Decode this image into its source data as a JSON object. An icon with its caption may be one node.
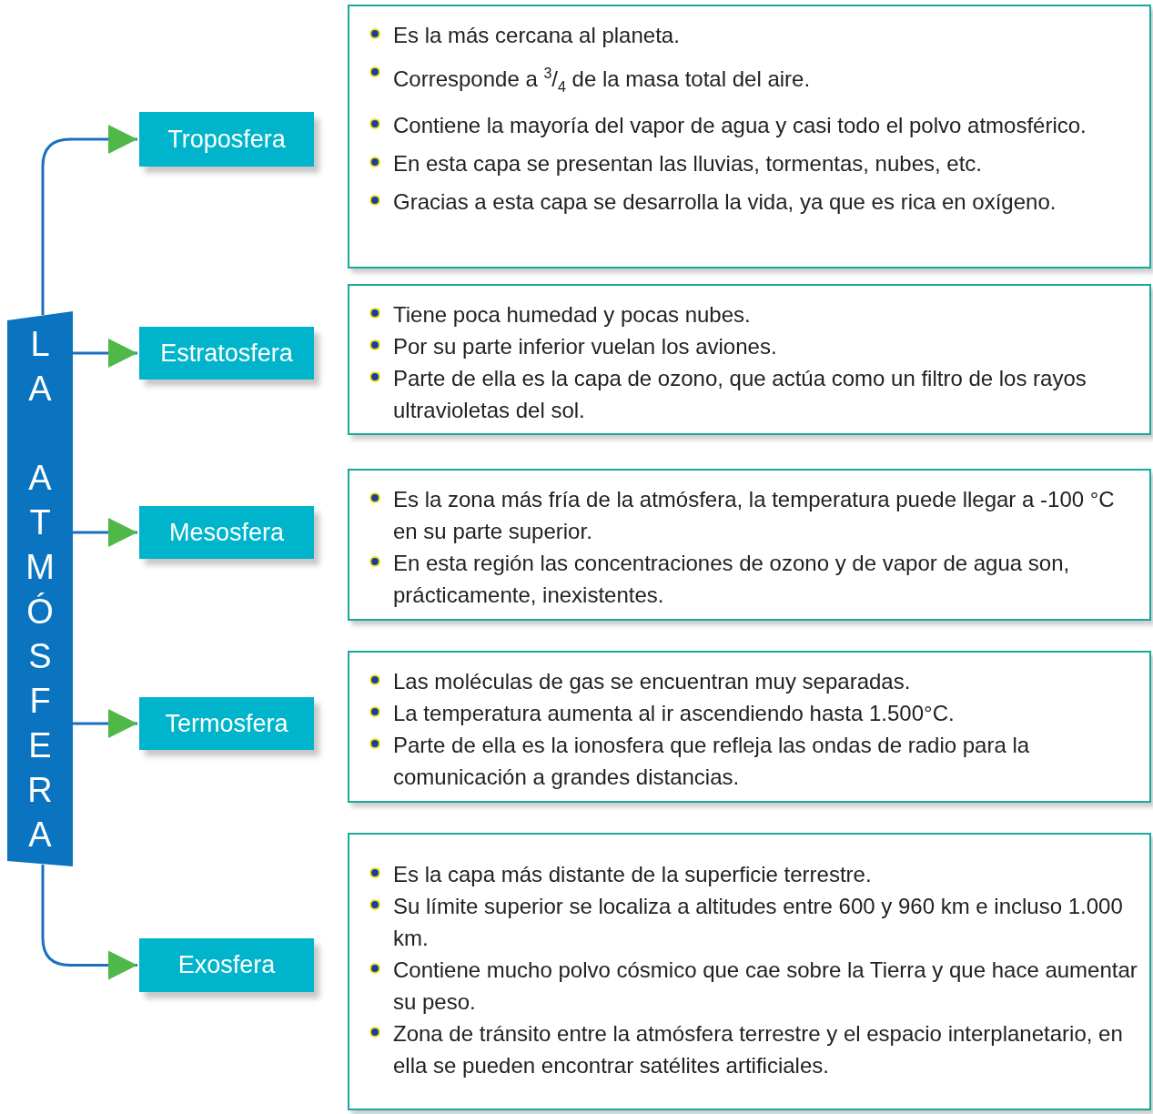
{
  "diagram": {
    "nodes": [
      {
        "text": [
          "LA ATMÓSFERA"
        ]
      },
      {
        "text": [
          "Troposfera"
        ]
      },
      {
        "text": [
          "Estratosfera"
        ]
      },
      {
        "text": [
          "Mesosfera"
        ]
      },
      {
        "text": [
          "Termosfera"
        ]
      },
      {
        "text": [
          "Exosfera"
        ]
      },
      {
        "text": [
          "Es la más cercana al planeta.",
          "Corresponde a $^{3}$/$_{4}$ de la masa total del aire.",
          "Contiene la mayoría del vapor de agua y casi todo el polvo atmosférico.",
          "En esta capa se presentan las lluvias, tormentas, nubes, etc.",
          "Gracias a esta capa se desarrolla la vida, ya que es rica en oxígeno."
        ]
      },
      {
        "text": [
          "Tiene poca humedad y pocas nubes.",
          "Por su parte inferior vuelan los aviones.",
          "Parte de ella es la capa de ozono, que actúa como un filtro de los rayos ultravioletas del sol."
        ]
      },
      {
        "text": [
          "Es la zona más fría de la atmósfera, la temperatura puede llegar a -100 °C en su parte superior.",
          "En esta región las concentraciones de ozono y de vapor de agua son, prácticamente, inexistentes."
        ]
      },
      {
        "text": [
          "Las moléculas de gas se encuentran muy separadas.",
          "La temperatura aumenta al ir ascendiendo hasta 1.500°C.",
          "Parte de ella es la ionosfera que refleja las ondas de radio para la comunicación a grandes distancias."
        ]
      },
      {
        "text": [
          "Es la capa más distante de la superficie terrestre.",
          "Su límite superior se localiza a altitudes entre 600 y 960 km e incluso 1.000 km.",
          "Contiene mucho polvo cósmico que cae sobre la Tierra y que hace aumentar su peso.",
          "Zona de tránsito entre la atmósfera terrestre y el espacio interplanetario, en ella se pueden encontrar satélites artificiales."
        ]
      }
    ],
    "edges": [
      {
        "from": 0,
        "to": 1,
        "arrow": "to"
      },
      {
        "from": 0,
        "to": 2,
        "arrow": "to"
      },
      {
        "from": 0,
        "to": 3,
        "arrow": "to"
      },
      {
        "from": 0,
        "to": 4,
        "arrow": "to"
      },
      {
        "from": 0,
        "to": 5,
        "arrow": "to"
      }
    ]
  }
}
